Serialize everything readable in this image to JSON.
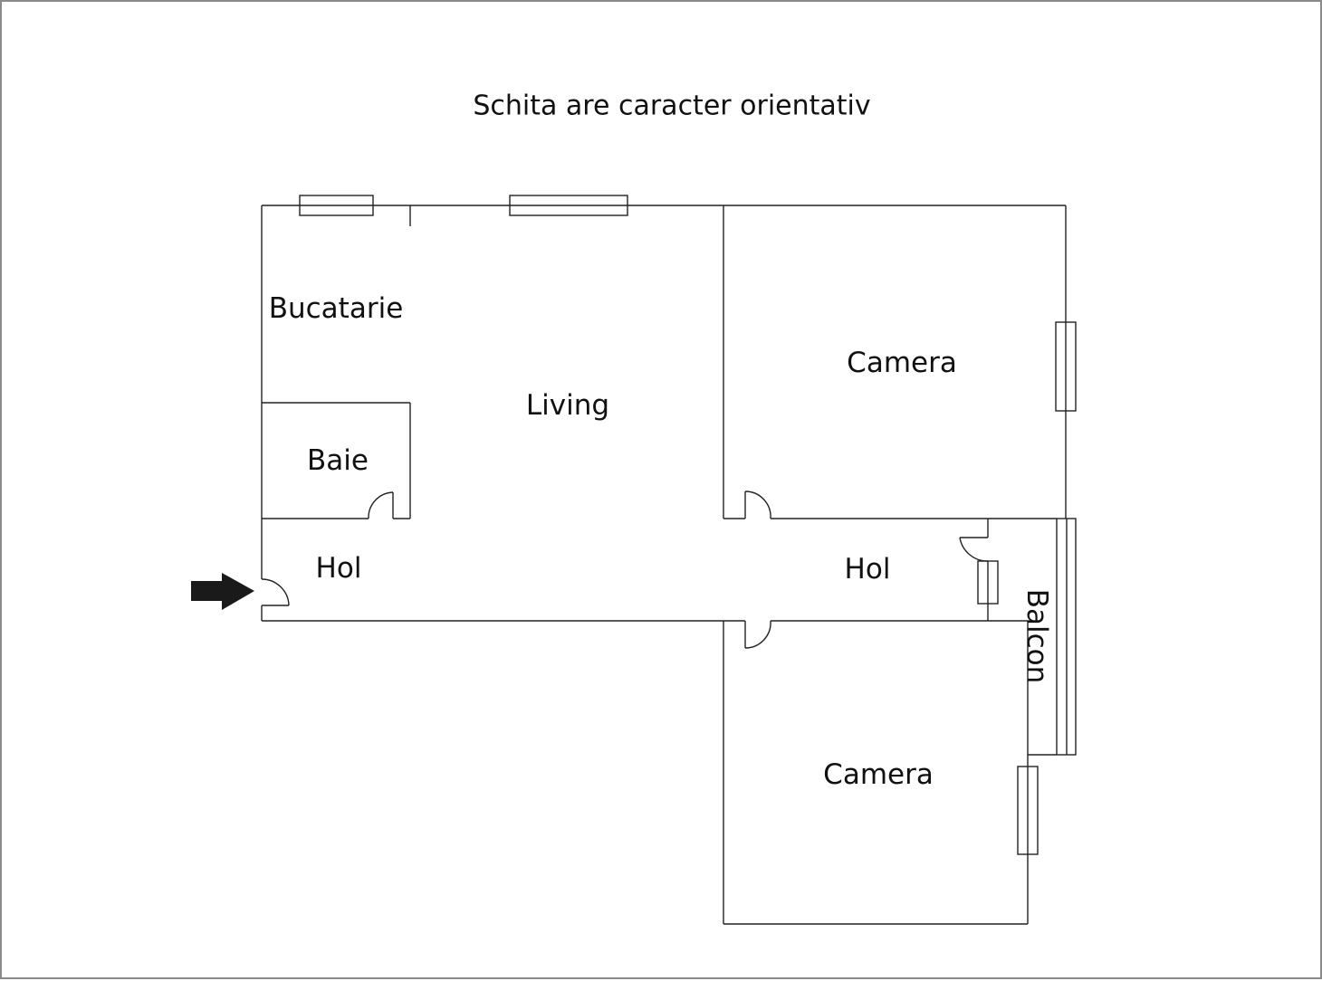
{
  "title": "Schita are caracter orientativ",
  "rooms": {
    "bucatarie": "Bucatarie",
    "living": "Living",
    "baie": "Baie",
    "hol_left": "Hol",
    "hol_right": "Hol",
    "camera_top": "Camera",
    "camera_bottom": "Camera",
    "balcon": "Balcon"
  },
  "entrance": {
    "icon": "arrow-right-icon"
  },
  "colors": {
    "wall": "#222222",
    "arrow": "#1a1a1a",
    "background": "#ffffff"
  }
}
